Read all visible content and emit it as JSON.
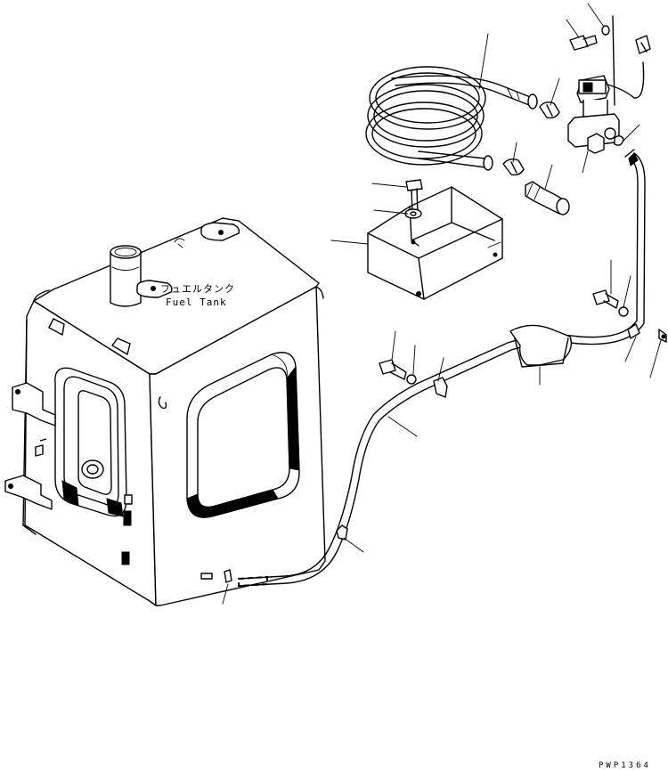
{
  "diagram": {
    "tank_label_jp": "フュエルタンク",
    "tank_label_en": "Fuel Tank",
    "drawing_code": "PWP1364",
    "colors": {
      "line": "#000000",
      "background": "#ffffff"
    }
  }
}
